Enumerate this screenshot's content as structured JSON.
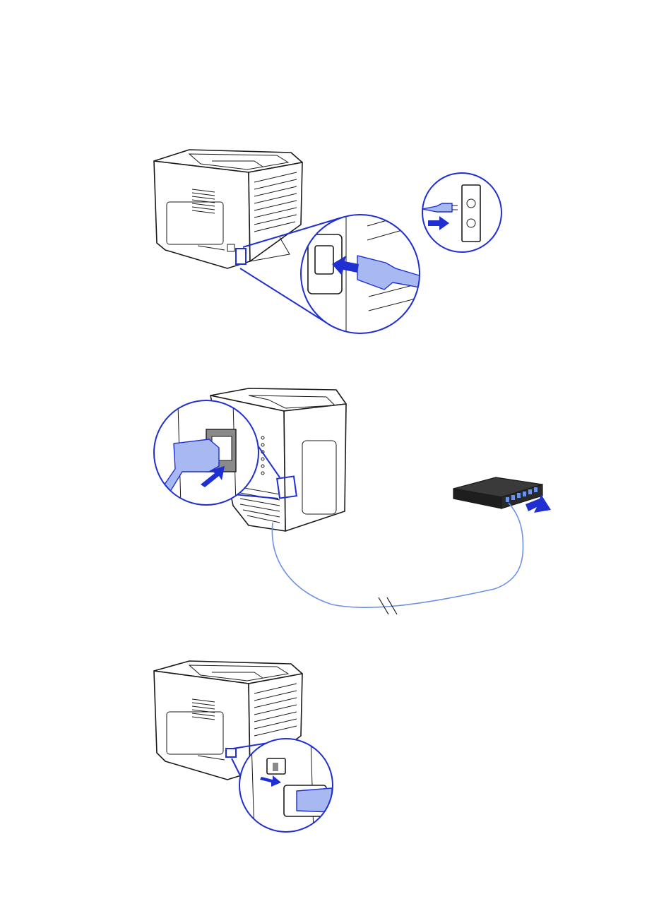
{
  "colors": {
    "accent": "#1f2fd1",
    "cable": "#a8b8f0",
    "network_cable": "#6b92e6",
    "line": "#1a1a1a",
    "hub": "#2a2a2a"
  },
  "steps": [
    {
      "id": "power-connect",
      "icons": [
        "printer-rear-icon",
        "power-socket-icon",
        "power-cord-icon",
        "wall-outlet-icon",
        "insert-arrow-icon"
      ]
    },
    {
      "id": "network-connect",
      "icons": [
        "printer-rear-icon",
        "network-port-icon",
        "network-cable-icon",
        "network-hub-icon",
        "insert-arrow-icon",
        "cable-break-icon"
      ]
    },
    {
      "id": "power-switch",
      "icons": [
        "printer-rear-icon",
        "power-switch-icon",
        "switch-direction-arrow-icon"
      ]
    }
  ]
}
